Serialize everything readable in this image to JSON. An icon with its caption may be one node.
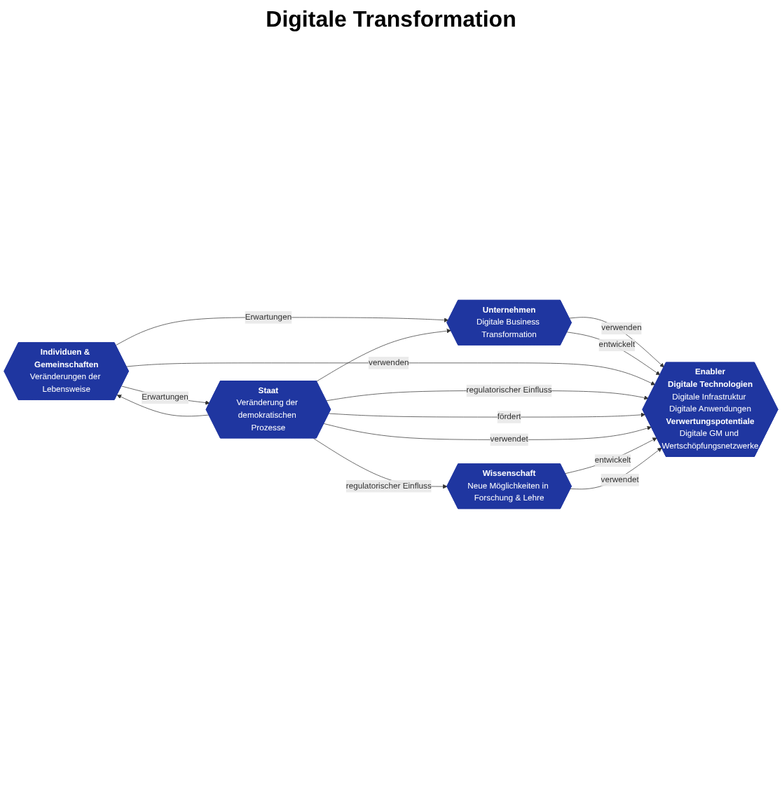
{
  "diagram": {
    "title": "Digitale Transformation",
    "nodes": [
      {
        "text": [
          "Unternehmen",
          "Digitale Business Transformation"
        ]
      },
      {
        "text": [
          "Individuen & Gemeinschaften",
          "Veränderungen der Lebensweise"
        ]
      },
      {
        "text": [
          "Enabler",
          "Digitale Technologien",
          "Digitale Infrastruktur Digitale Anwendungen",
          "Verwertungspotentiale",
          "Digitale GM und Wertschöpfungsnetzwerke"
        ]
      },
      {
        "text": [
          "Wissenschaft",
          "Neue Möglichkeiten in Forschung & Lehre"
        ]
      },
      {
        "text": [
          "Staat",
          "Veränderung der demokratischen Prozesse"
        ]
      }
    ],
    "edges": [
      {
        "from": 1,
        "to": 0,
        "arrow": "to",
        "label": "Erwartungen"
      },
      {
        "from": 0,
        "to": 2,
        "arrow": "to",
        "label": "verwenden"
      },
      {
        "from": 0,
        "to": 2,
        "arrow": "to",
        "label": "entwickelt"
      },
      {
        "from": 1,
        "to": 2,
        "arrow": "to",
        "label": "verwenden"
      },
      {
        "from": 1,
        "to": 4,
        "arrow": "to",
        "label": "Erwartungen"
      },
      {
        "from": 4,
        "to": 1,
        "arrow": "to"
      },
      {
        "from": 4,
        "to": 2,
        "arrow": "to",
        "label": "regulatorischer Einfluss"
      },
      {
        "from": 4,
        "to": 2,
        "arrow": "to",
        "label": "fördert"
      },
      {
        "from": 4,
        "to": 2,
        "arrow": "to",
        "label": "verwendet"
      },
      {
        "from": 3,
        "to": 2,
        "arrow": "to",
        "label": "entwickelt"
      },
      {
        "from": 3,
        "to": 2,
        "arrow": "to",
        "label": "verwendet"
      },
      {
        "from": 4,
        "to": 3,
        "arrow": "to",
        "label": "regulatorischer Einfluss"
      },
      {
        "from": 4,
        "to": 0,
        "arrow": "to"
      }
    ]
  }
}
